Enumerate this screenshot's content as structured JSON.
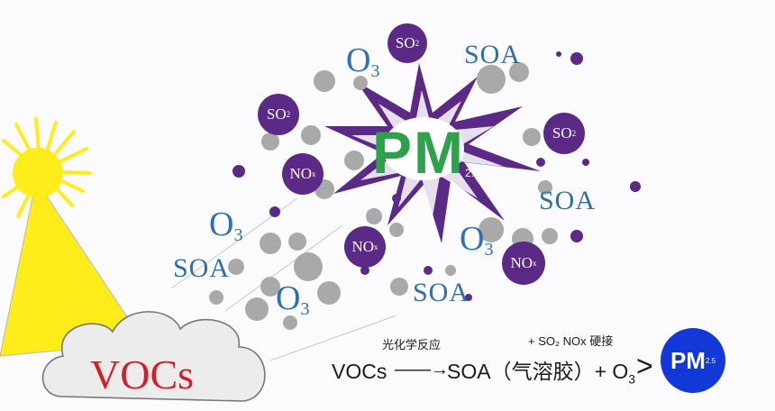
{
  "colors": {
    "purple": "#5a2a86",
    "gray": "#a9a9a9",
    "ozone_blue": "#2f6fb5",
    "pm_green": "#2ea24a",
    "vocs_red": "#d0202a",
    "sun_yellow": "#ffec1a",
    "pm_badge_blue": "#1338d8"
  },
  "center": {
    "pm": "PM",
    "pm_sub": "2.5"
  },
  "ozone": {
    "o": "O",
    "sub": "3"
  },
  "soa_label": "SOA",
  "molecules": {
    "so2": {
      "base": "SO",
      "sub": "2"
    },
    "nox": {
      "base": "NO",
      "sub": "x"
    }
  },
  "cloud_label": "VOCs",
  "equation": {
    "above_arrow": "光化学反应",
    "left": "VOCs",
    "arrow": "——→",
    "middle": "SOA（气溶胶）+ O",
    "middle_sub": "3",
    "above_right": "+ SO₂ NOx 硬接",
    "gt": ">",
    "result": "PM",
    "result_sub": "2.5"
  }
}
